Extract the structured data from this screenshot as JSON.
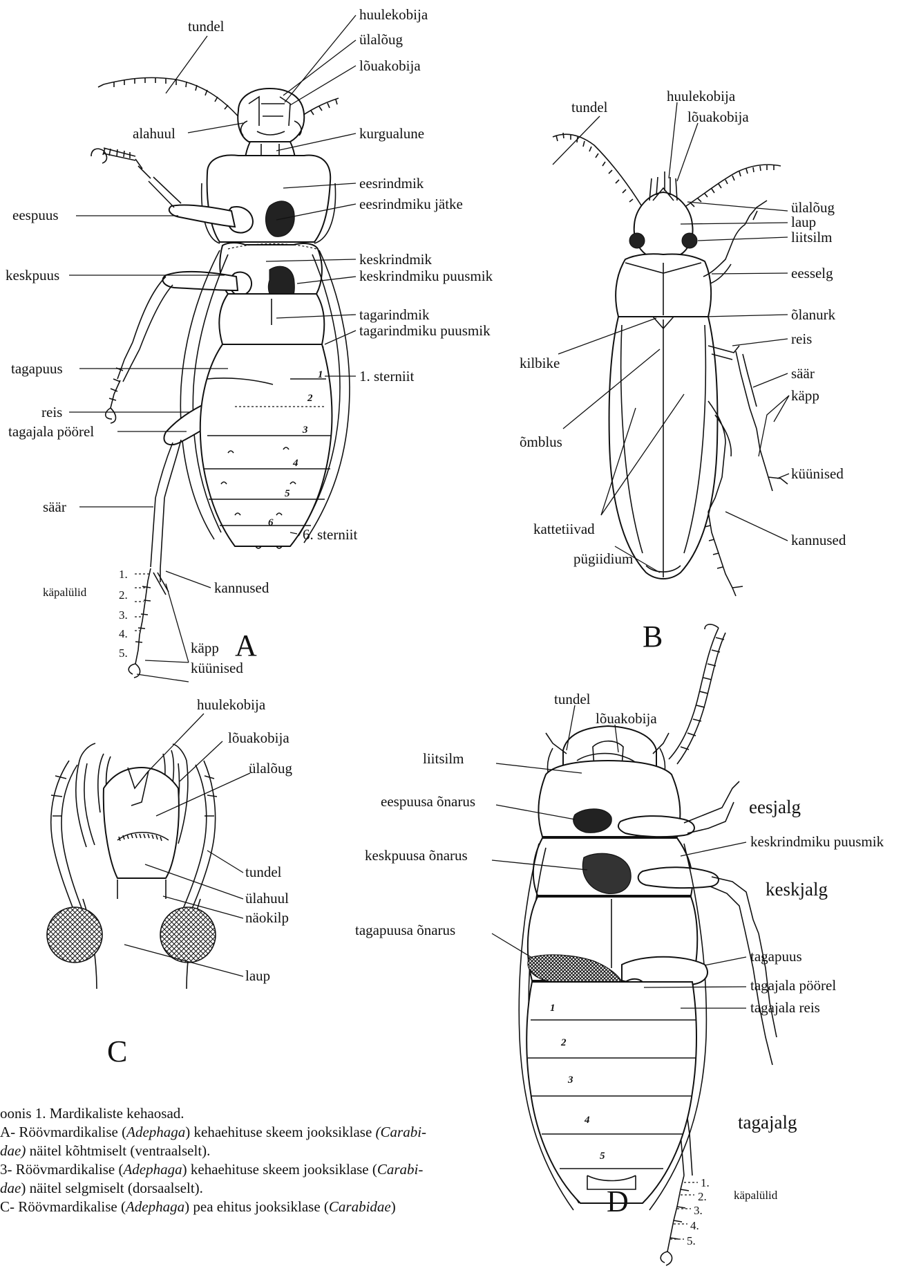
{
  "figure_a": {
    "letter": "A",
    "labels": {
      "tundel": "tundel",
      "huulekobija": "huulekobija",
      "ulalogu": "ülalõug",
      "louakobija": "lõuakobija",
      "alahuul": "alahuul",
      "kurgualune": "kurgualune",
      "eesrindmik": "eesrindmik",
      "eesrindmiku_jatke": "eesrindmiku jätke",
      "eespuus": "eespuus",
      "keskrindmik": "keskrindmik",
      "keskpuus": "keskpuus",
      "keskrindmiku_puusmik": "keskrindmiku puusmik",
      "tagarindmik": "tagarindmik",
      "tagarindmiku_puusmik": "tagarindmiku puusmik",
      "tagapuus": "tagapuus",
      "sterniit_1": "1. sterniit",
      "reis": "reis",
      "tagajala_poorel": "tagajala pöörel",
      "saar": "säär",
      "sterniit_6": "6. sterniit",
      "kapalulid": "käpalülid",
      "kannused": "kannused",
      "kapp": "käpp",
      "kuunised": "küünised"
    },
    "tarsus_numbers": [
      "1.",
      "2.",
      "3.",
      "4.",
      "5."
    ],
    "segment_numbers": [
      "1",
      "2",
      "3",
      "4",
      "5",
      "6"
    ]
  },
  "figure_b": {
    "letter": "B",
    "labels": {
      "tundel": "tundel",
      "huulekobija": "huulekobija",
      "louakobija": "lõuakobija",
      "ulalogu": "ülalõug",
      "laup": "laup",
      "liitsilm": "liitsilm",
      "eesselg": "eesselg",
      "olanurk": "õlanurk",
      "reis": "reis",
      "kilbike": "kilbike",
      "saar": "säär",
      "kapp": "käpp",
      "omblus": "õmblus",
      "kuunised": "küünised",
      "kattetiivad": "kattetiivad",
      "kannused": "kannused",
      "pugiidium": "pügiidium"
    }
  },
  "figure_c": {
    "letter": "C",
    "labels": {
      "huulekobija": "huulekobija",
      "louakobija": "lõuakobija",
      "ulalogu": "ülalõug",
      "tundel": "tundel",
      "ulahuul": "ülahuul",
      "naokilp": "näokilp",
      "laup": "laup"
    }
  },
  "figure_d": {
    "letter": "D",
    "labels": {
      "tundel": "tundel",
      "louakobija": "lõuakobija",
      "liitsilm": "liitsilm",
      "eespuusa_onarus": "eespuusa õnarus",
      "eesjalg": "eesjalg",
      "keskpuusa_onarus": "keskpuusa õnarus",
      "keskrindmiku_puusmik": "keskrindmiku puusmik",
      "keskjalg": "keskjalg",
      "tagapuusa_onarus": "tagapuusa õnarus",
      "tagapuus": "tagapuus",
      "tagajala_poorel": "tagajala pöörel",
      "tagajala_reis": "tagajala reis",
      "tagajalg": "tagajalg",
      "kapalulid": "käpalülid"
    },
    "tarsus_numbers": [
      "1.",
      "2.",
      "3.",
      "4.",
      "5."
    ],
    "segment_numbers": [
      "1",
      "2",
      "3",
      "4",
      "5"
    ]
  },
  "caption": {
    "line1": "oonis 1. Mardikaliste kehaosad.",
    "line2a": "A-  Röövmardikalise (",
    "line2b": "Adephaga",
    "line2c": ") kehaehituse skeem jooksiklase ",
    "line2d": "(Carabi-",
    "line3a": "dae)",
    "line3b": " näitel  kõhtmiselt (ventraalselt).",
    "line4a": "3- Röövmardikalise (",
    "line4b": "Adephaga",
    "line4c": ") kehaehituse skeem jooksiklase (",
    "line4d": "Carabi-",
    "line5a": "dae",
    "line5b": ") näitel selgmiselt (dorsaalselt).",
    "line6a": "C- Röövmardikalise (",
    "line6b": "Adephaga",
    "line6c": ") pea ehitus jooksiklase (",
    "line6d": "Carabidae",
    "line6e": ")"
  }
}
